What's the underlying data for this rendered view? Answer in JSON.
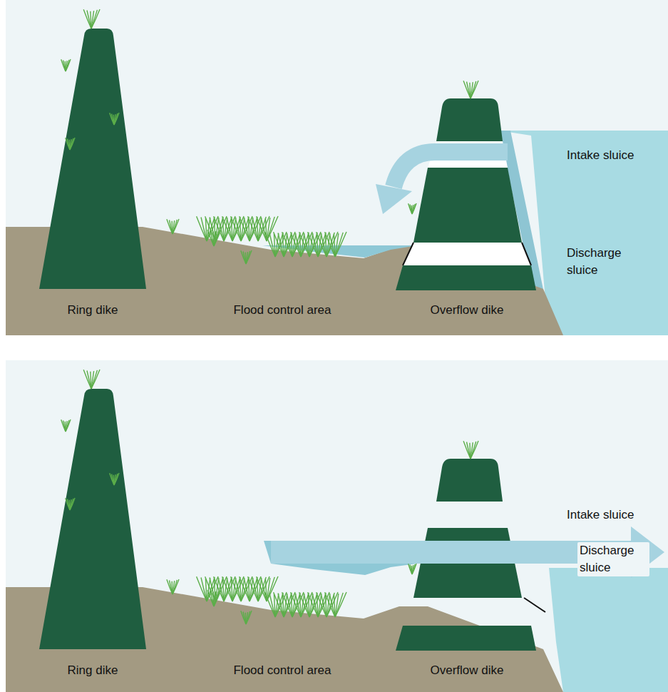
{
  "diagram": {
    "labels": [
      "Ring dike",
      "Flood control area",
      "Overflow dike",
      "Intake sluice",
      "Discharge sluice",
      "Ring dike",
      "Flood control area",
      "Overflow dike",
      "Intake sluice",
      "Discharge sluice"
    ]
  }
}
